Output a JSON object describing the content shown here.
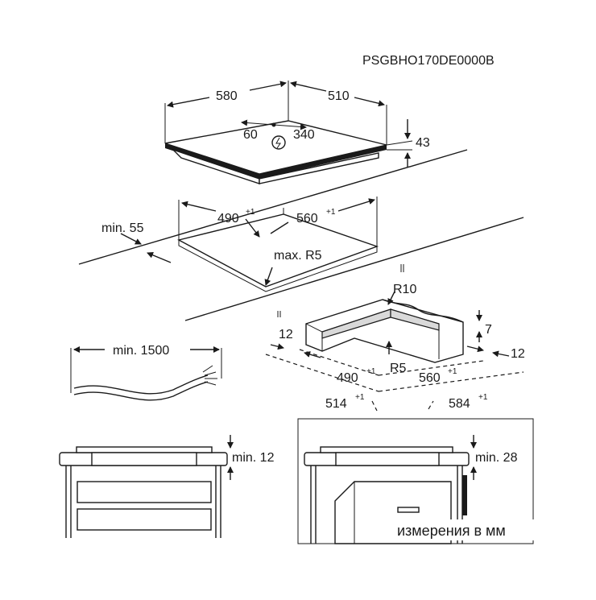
{
  "code": "PSGBHO170DE0000B",
  "hob": {
    "width": "580",
    "depth": "510",
    "thickness": "43",
    "cable_a": "60",
    "cable_b": "340"
  },
  "cutout": {
    "width": "490",
    "depth": "560",
    "tol": "+1",
    "min_front": "min. 55",
    "radius": "max. R5"
  },
  "frame": {
    "radius_outer": "R10",
    "radius_inner": "R5",
    "edge": "12",
    "height": "7",
    "edge_right": "12",
    "width": "490",
    "depth": "560",
    "outer_width": "514",
    "outer_depth": "584",
    "tol": "+1"
  },
  "cable": {
    "length": "min. 1500"
  },
  "section_left": {
    "gap": "min. 12"
  },
  "section_right": {
    "gap": "min. 28"
  },
  "note": "измерения в мм"
}
